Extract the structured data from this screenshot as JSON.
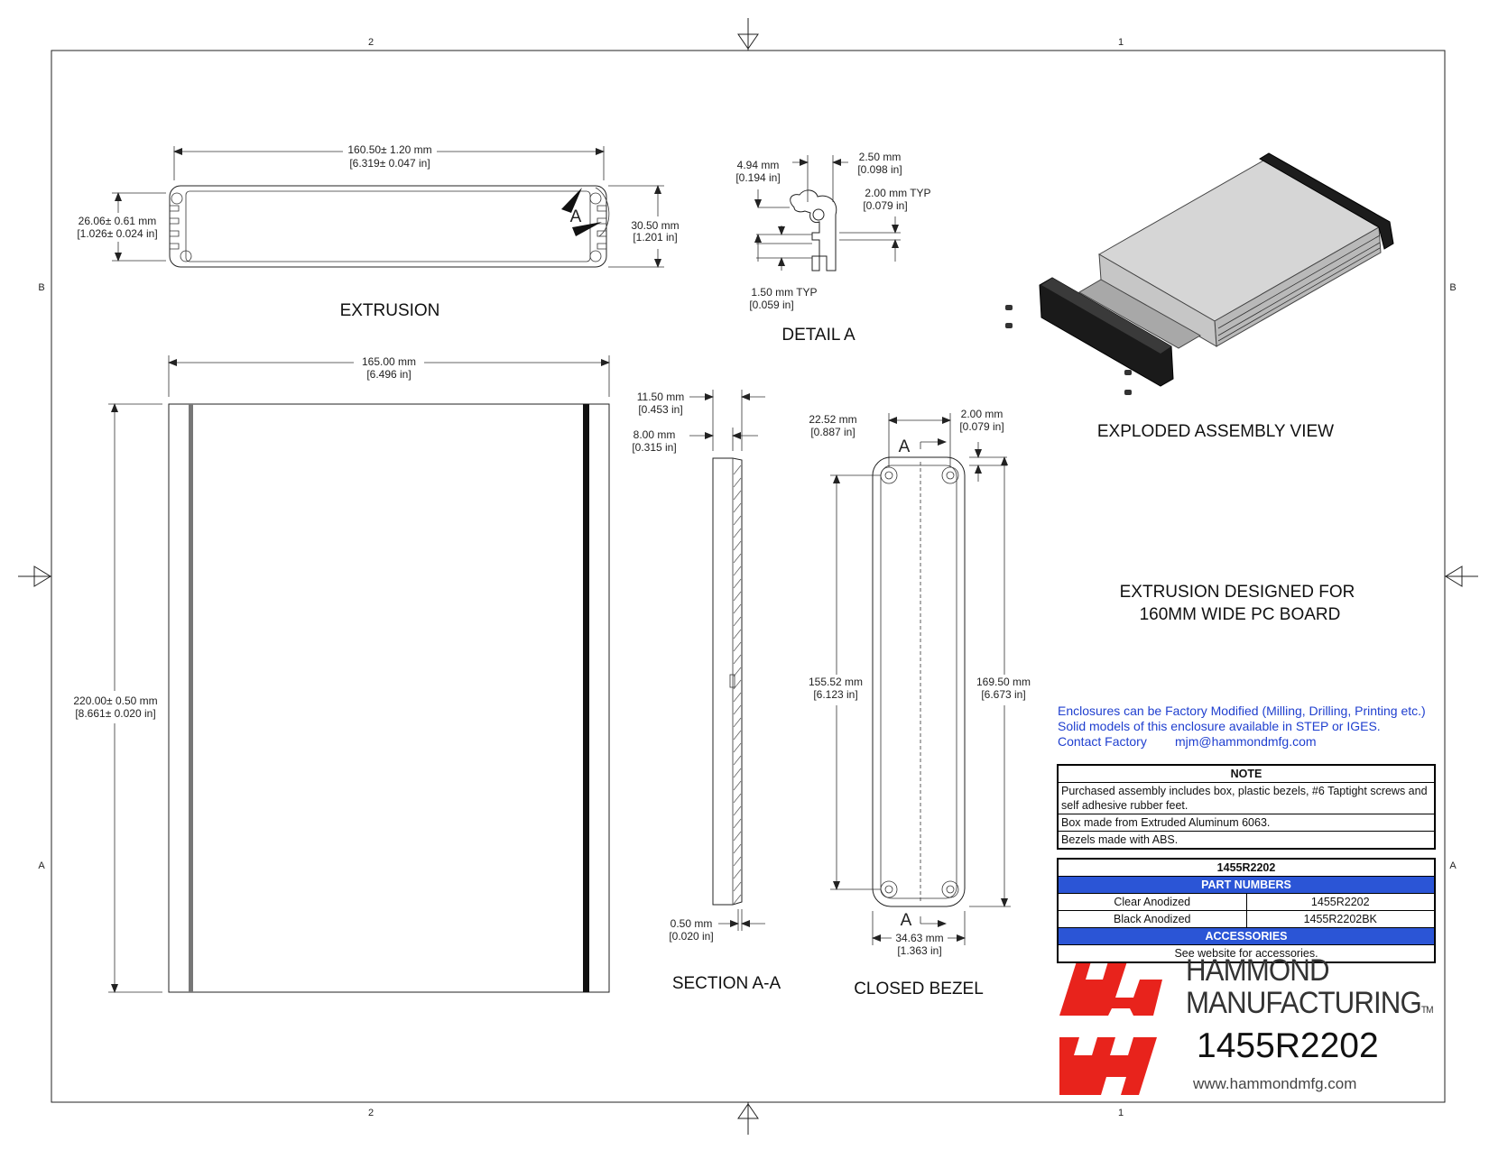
{
  "zones": {
    "col_2": "2",
    "col_1": "1",
    "row_b": "B",
    "row_a": "A"
  },
  "extrusion": {
    "title": "EXTRUSION",
    "width_mm": "160.50± 1.20 mm",
    "width_in": "[6.319± 0.047 in]",
    "inner_h_mm": "26.06± 0.61 mm",
    "inner_h_in": "[1.026± 0.024 in]",
    "outer_h_mm": "30.50 mm",
    "outer_h_in": "[1.201 in]",
    "detail_marker": "A"
  },
  "detail_a": {
    "title": "DETAIL  A",
    "d1_mm": "4.94 mm",
    "d1_in": "[0.194 in]",
    "d2_mm": "2.50 mm",
    "d2_in": "[0.098 in]",
    "d3_mm": "2.00 mm  TYP",
    "d3_in": "[0.079 in]",
    "d4_mm": "1.50 mm  TYP",
    "d4_in": "[0.059 in]"
  },
  "exploded": {
    "title": "EXPLODED ASSEMBLY VIEW"
  },
  "top_view": {
    "width_mm": "165.00 mm",
    "width_in": "[6.496 in]",
    "length_mm": "220.00± 0.50 mm",
    "length_in": "[8.661± 0.020 in]"
  },
  "section": {
    "title": "SECTION A-A",
    "d1_mm": "11.50 mm",
    "d1_in": "[0.453 in]",
    "d2_mm": "8.00 mm",
    "d2_in": "[0.315 in]",
    "d3_mm": "0.50 mm",
    "d3_in": "[0.020 in]"
  },
  "bezel": {
    "title": "CLOSED BEZEL",
    "d1_mm": "22.52 mm",
    "d1_in": "[0.887 in]",
    "d2_mm": "2.00 mm",
    "d2_in": "[0.079 in]",
    "d3_mm": "155.52 mm",
    "d3_in": "[6.123 in]",
    "d4_mm": "169.50 mm",
    "d4_in": "[6.673 in]",
    "d5_mm": "34.63 mm",
    "d5_in": "[1.363 in]",
    "marker": "A"
  },
  "design_note": {
    "line1": "EXTRUSION DESIGNED FOR",
    "line2": "160MM WIDE PC BOARD"
  },
  "factory_note": {
    "line1": "Enclosures can be Factory Modified (Milling, Drilling, Printing etc.)",
    "line2": "Solid models of this enclosure available in STEP or IGES.",
    "line3_label": "Contact Factory",
    "line3_email": "mjm@hammondmfg.com"
  },
  "note_table": {
    "header": "NOTE",
    "row1": "Purchased assembly includes box, plastic bezels, #6 Taptight screws and self adhesive rubber feet.",
    "row2": "Box made from Extruded Aluminum 6063.",
    "row3": "Bezels made with ABS."
  },
  "parts_table": {
    "header": "1455R2202",
    "part_numbers_label": "PART NUMBERS",
    "rows": [
      {
        "finish": "Clear Anodized",
        "part": "1455R2202"
      },
      {
        "finish": "Black Anodized",
        "part": "1455R2202BK"
      }
    ],
    "accessories_label": "ACCESSORIES",
    "accessories_text": "See website for accessories."
  },
  "brand": {
    "name_line1": "HAMMOND",
    "name_line2": "MANUFACTURING",
    "trademark": "TM",
    "part_number": "1455R2202",
    "website": "www.hammondmfg.com",
    "logo_color": "#e8231c"
  }
}
